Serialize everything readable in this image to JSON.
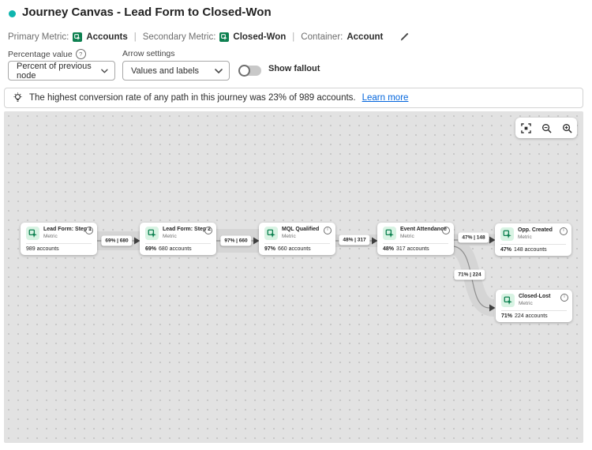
{
  "header": {
    "title": "Journey Canvas - Lead Form to Closed-Won"
  },
  "metric_bar": {
    "primary_label": "Primary Metric:",
    "primary_value": "Accounts",
    "separator": "|",
    "secondary_label": "Secondary Metric:",
    "secondary_value": "Closed-Won",
    "container_label": "Container:",
    "container_value": "Account"
  },
  "controls": {
    "percentage_value": {
      "label": "Percentage value",
      "help_icon": "?",
      "selected": "Percent of previous node"
    },
    "arrow_settings": {
      "label": "Arrow settings",
      "selected": "Values and labels"
    },
    "show_fallout": {
      "label": "Show fallout",
      "enabled": false
    }
  },
  "banner": {
    "text": "The highest conversion rate of any path in this journey was 23% of 989 accounts.",
    "link": "Learn more"
  },
  "canvas": {
    "toolbar": [
      "fit-screen",
      "zoom-out",
      "zoom-in"
    ],
    "nodes": [
      {
        "title": "Lead Form: Step 1",
        "subtitle": "Metric",
        "percent": "",
        "count": "989 accounts"
      },
      {
        "title": "Lead Form: Step 2",
        "subtitle": "Metric",
        "percent": "69%",
        "count": "680 accounts"
      },
      {
        "title": "MQL Qualified",
        "subtitle": "Metric",
        "percent": "97%",
        "count": "660 accounts"
      },
      {
        "title": "Event Attendance",
        "subtitle": "Metric",
        "percent": "48%",
        "count": "317 accounts"
      },
      {
        "title": "Opp. Created",
        "subtitle": "Metric",
        "percent": "47%",
        "count": "148 accounts"
      },
      {
        "title": "Closed-Lost",
        "subtitle": "Metric",
        "percent": "71%",
        "count": "224 accounts"
      }
    ],
    "edges": [
      {
        "from": "Lead Form: Step 1",
        "to": "Lead Form: Step 2",
        "label": "69% | 680"
      },
      {
        "from": "Lead Form: Step 2",
        "to": "MQL Qualified",
        "label": "97% | 660"
      },
      {
        "from": "MQL Qualified",
        "to": "Event Attendance",
        "label": "48% | 317"
      },
      {
        "from": "Event Attendance",
        "to": "Opp. Created",
        "label": "47% | 148"
      },
      {
        "from": "Event Attendance",
        "to": "Closed-Lost",
        "label": "71% | 224"
      }
    ]
  },
  "colors": {
    "accent_teal": "#0fb5ae",
    "metric_green": "#0d8050",
    "metric_green_bg": "#d8f3e3",
    "link_blue": "#0265dc",
    "canvas_bg": "#e2e2e2"
  }
}
